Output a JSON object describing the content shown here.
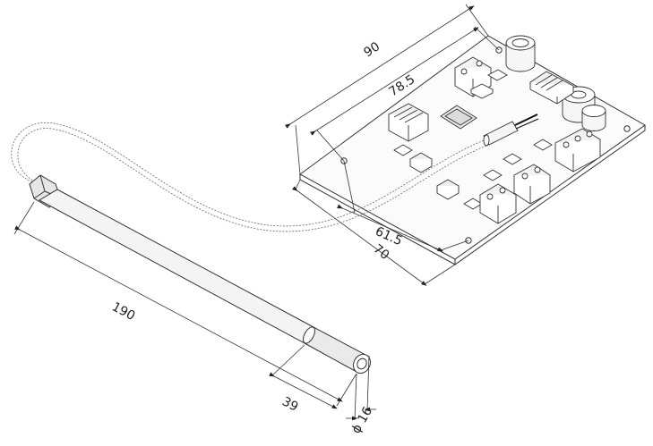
{
  "dimensions": {
    "board_length": "90",
    "board_hole_spacing_length": "78.5",
    "board_hole_spacing_width": "61.5",
    "board_width": "70",
    "probe_length": "190",
    "probe_cap_length": "39",
    "probe_diameter": "ϕ 16"
  }
}
